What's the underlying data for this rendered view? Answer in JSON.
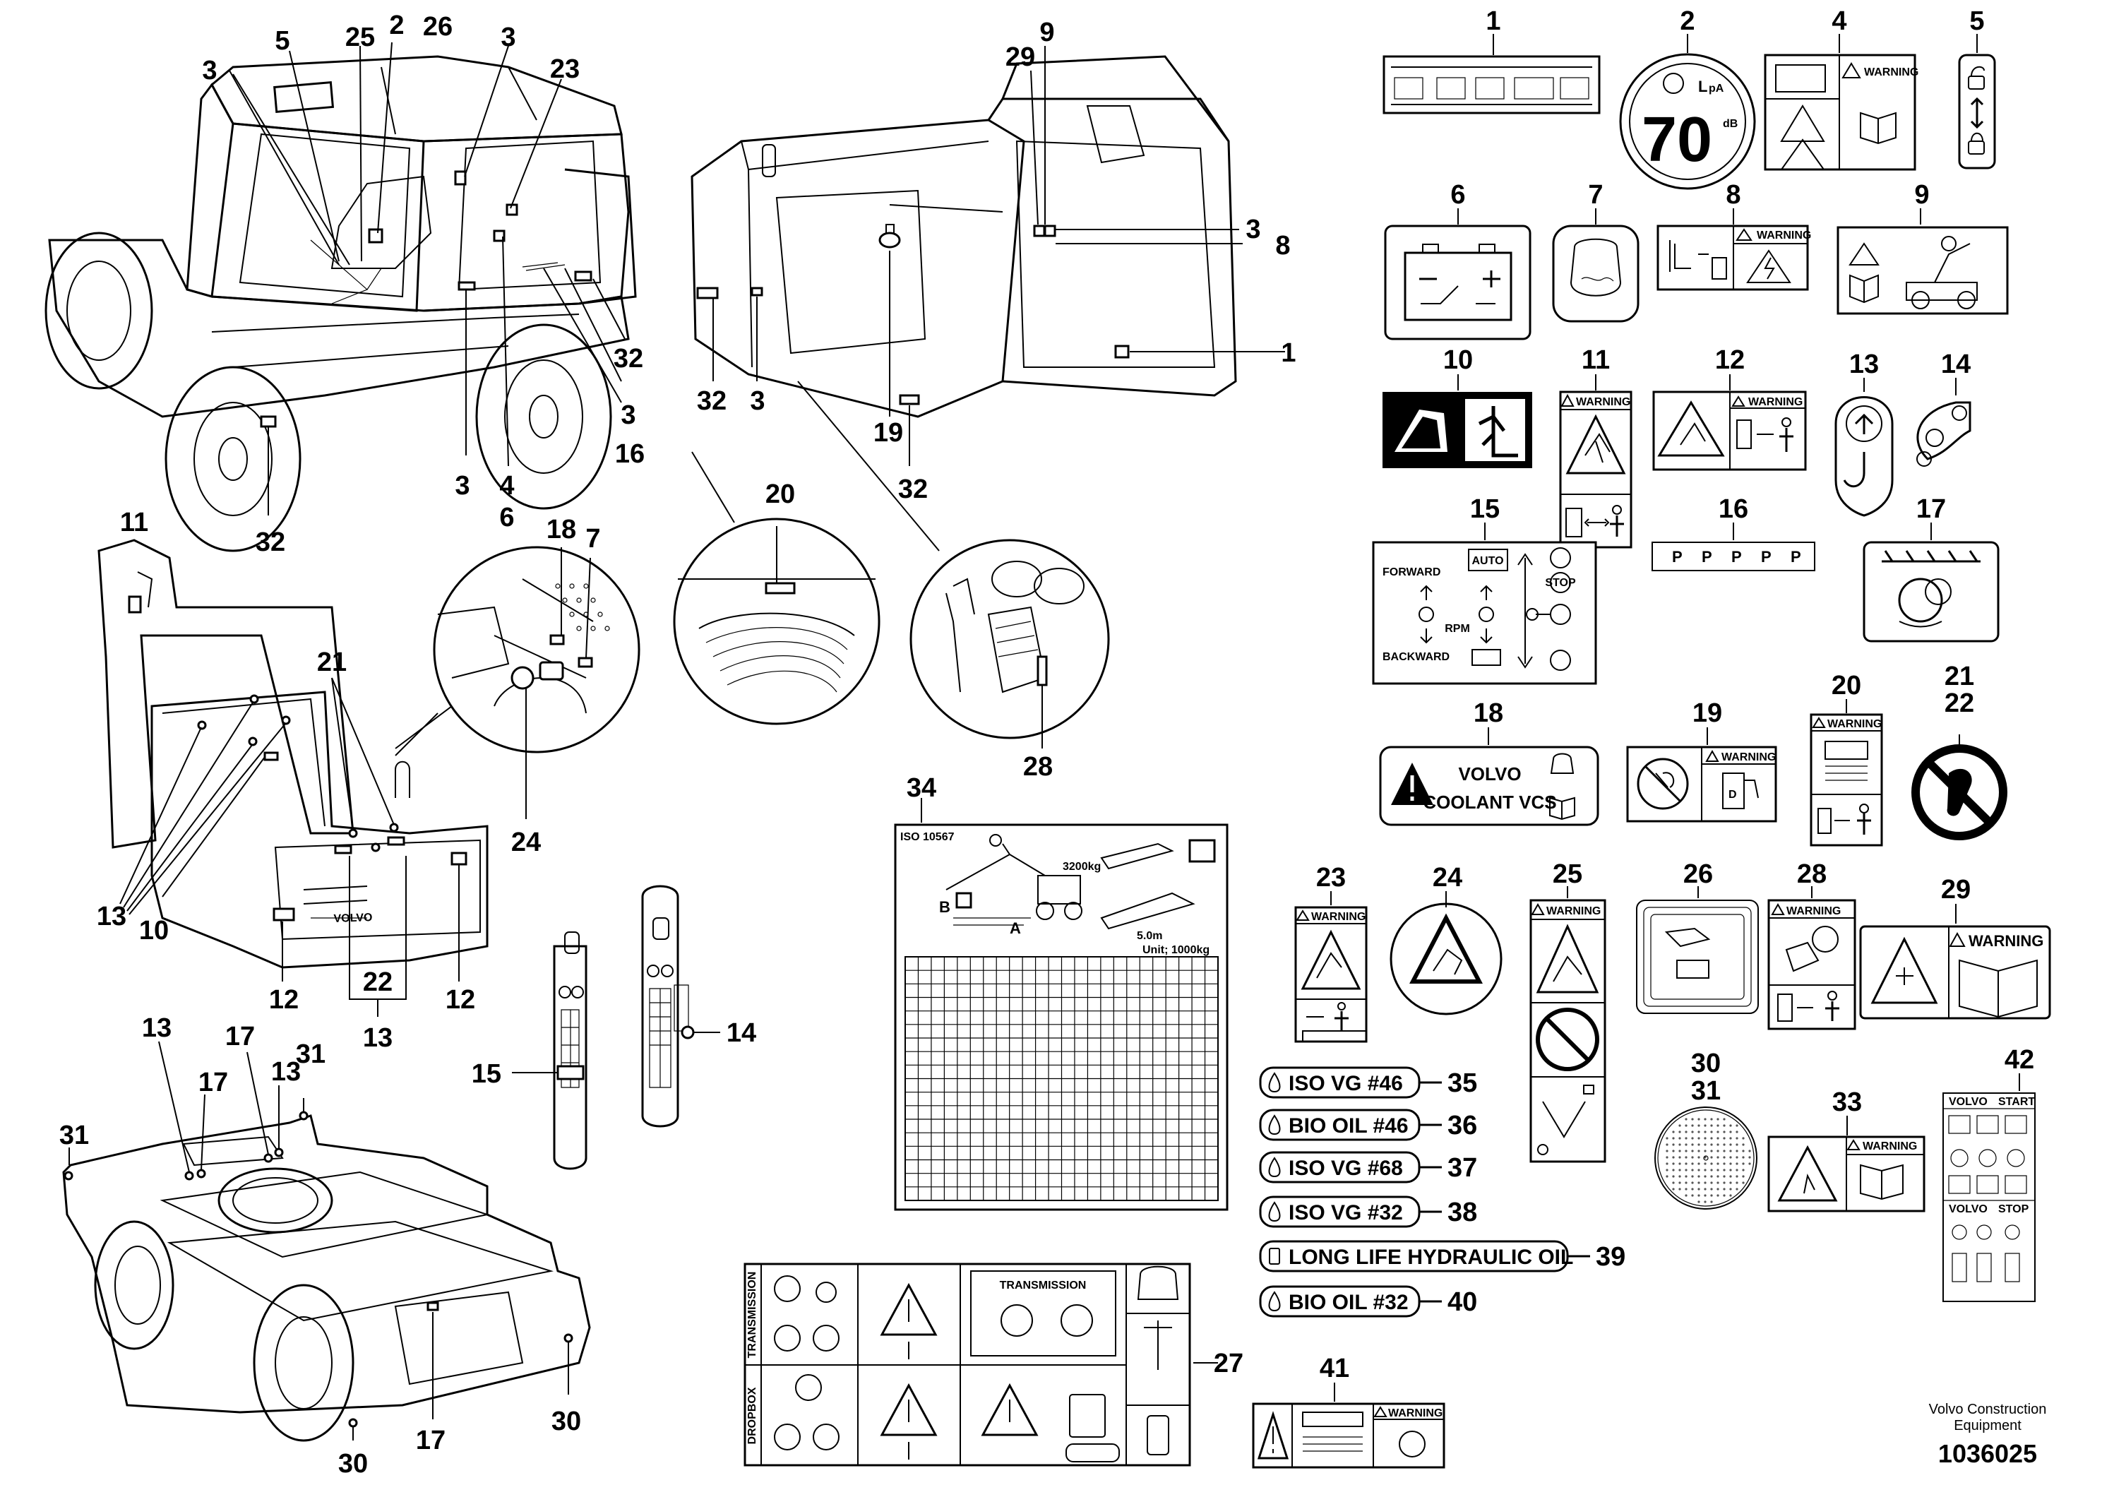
{
  "diagram": {
    "callouts": {
      "c1": "1",
      "c2": "2",
      "c3": "3",
      "c4": "4",
      "c5": "5",
      "c6": "6",
      "c7": "7",
      "c8": "8",
      "c9": "9",
      "c10": "10",
      "c11": "11",
      "c12": "12",
      "c13": "13",
      "c14": "14",
      "c15": "15",
      "c16": "16",
      "c17": "17",
      "c18": "18",
      "c19": "19",
      "c20": "20",
      "c21": "21",
      "c22": "22",
      "c23": "23",
      "c24": "24",
      "c25": "25",
      "c26": "26",
      "c27": "27",
      "c28": "28",
      "c29": "29",
      "c30": "30",
      "c31": "31",
      "c32": "32",
      "c33": "33",
      "c34": "34",
      "c35": "35",
      "c36": "36",
      "c37": "37",
      "c38": "38",
      "c39": "39",
      "c40": "40",
      "c41": "41",
      "c42": "42"
    },
    "decal_text": {
      "warning": "WARNING",
      "lpa": "L",
      "lpa_sub": "pA",
      "db_value": "70",
      "db_unit": "dB",
      "auto": "AUTO",
      "forward": "FORWARD",
      "backward": "BACKWARD",
      "rpm": "RPM",
      "stop": "STOP",
      "p": "P",
      "volvo": "VOLVO",
      "coolant": "COOLANT VCS",
      "iso_ref": "ISO 10567",
      "weight": "3200kg",
      "unit": "Unit; 1000kg",
      "span": "5.0m",
      "dim_a": "A",
      "dim_b": "B",
      "transmission": "TRANSMISSION",
      "dropbox": "DROPBOX",
      "volvo_brand": "VOLVO",
      "start": "START",
      "stop2": "STOP"
    },
    "oil_labels": {
      "l35": "ISO VG #46",
      "l36": "BIO OIL #46",
      "l37": "ISO VG #68",
      "l38": "ISO VG #32",
      "l39": "LONG LIFE HYDRAULIC OIL",
      "l40": "BIO OIL #32"
    },
    "footer": {
      "company": "Volvo Construction Equipment",
      "drawing_number": "1036025"
    }
  }
}
